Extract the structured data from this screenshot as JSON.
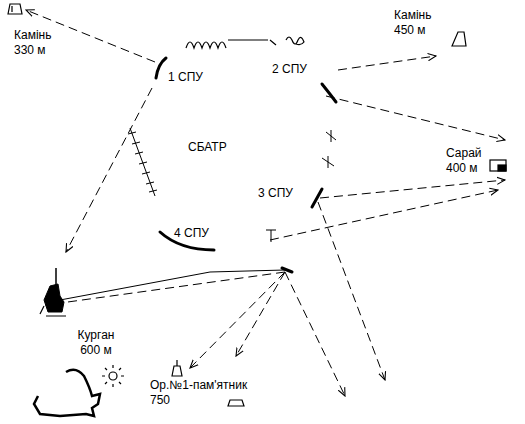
{
  "diagram": {
    "labels": [
      "Камінь 330 м",
      "1 СПУ",
      "2 СПУ",
      "Камінь 450 м",
      "СБАТР",
      "Сарай 400 м",
      "3 СПУ",
      "4 СПУ",
      "Курган 600 м",
      "Ор.№1-пам'ятник 750"
    ]
  }
}
